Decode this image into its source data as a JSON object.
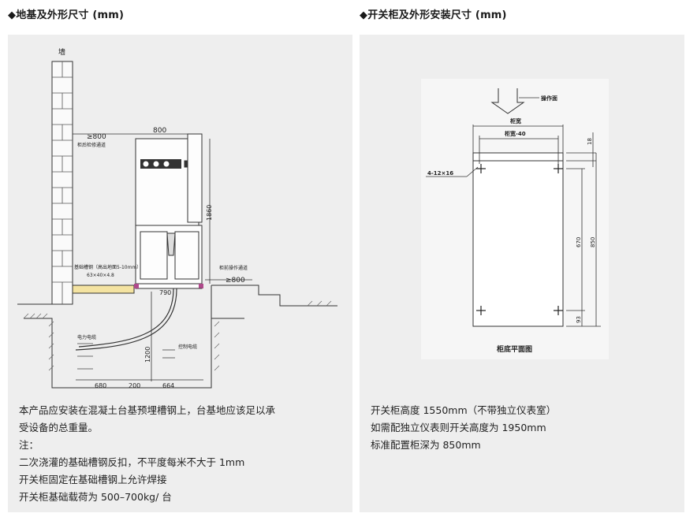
{
  "left": {
    "title": "◆地基及外形尺寸 (mm)",
    "labels": {
      "wall": "墙",
      "dim_800_top": "800",
      "rear_clear": "≥800",
      "rear_label": "柜后检修通道",
      "height": "1860",
      "channel_note": "基础槽钢（高出地面5-10mm）",
      "channel_size": "63×40×4.8",
      "front_label": "柜前操作通道",
      "front_clear": "≥800",
      "dim_790": "790",
      "power_cable": "电力电缆",
      "control_cable": "控制电缆",
      "dim_1200": "1200",
      "dim_680": "680",
      "dim_200": "200",
      "dim_664": "664"
    },
    "notes": [
      "本产品应安装在混凝土台基预埋槽钢上，台基地应该足以承",
      "受设备的总重量。",
      "注：",
      "二次浇灌的基础槽钢反扣，不平度每米不大于 1mm",
      "开关柜固定在基础槽钢上允许焊接",
      "开关柜基础载荷为 500–700kg/ 台"
    ]
  },
  "right": {
    "title": "◆开关柜及外形安装尺寸 (mm)",
    "labels": {
      "operation": "操作面",
      "cab_width": "柜宽",
      "cab_width_minus": "柜宽-40",
      "holes": "4-12×16",
      "dim_18": "18",
      "dim_670": "670",
      "dim_850": "850",
      "dim_93": "93",
      "caption": "柜底平面图"
    },
    "notes": [
      "开关柜高度 1550mm（不带独立仪表室）",
      "如需配独立仪表则开关高度为 1950mm",
      "标准配置柜深为 850mm"
    ]
  }
}
